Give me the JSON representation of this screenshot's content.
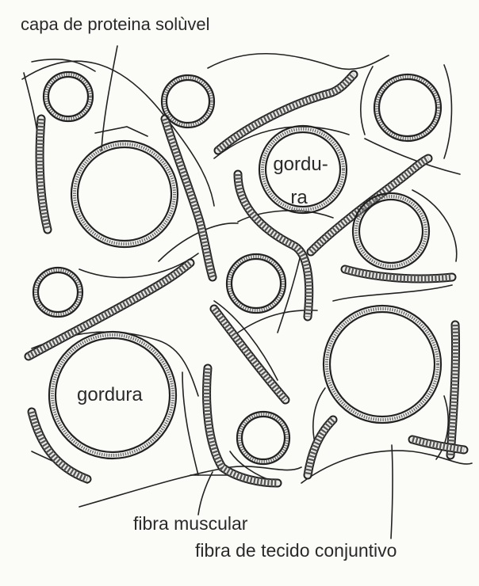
{
  "labels": {
    "top_label": "capa de proteina solùvel",
    "fat_small": "gordu-",
    "fat_small_2": "ra",
    "fat_large": "gordura",
    "muscle_fiber": "fibra muscular",
    "connective_fiber": "fibra de tecido conjuntivo"
  },
  "icons": {
    "fat_globule": "double-ring-circle",
    "muscle_fiber": "striated-band",
    "connective_fiber": "thin-line"
  }
}
